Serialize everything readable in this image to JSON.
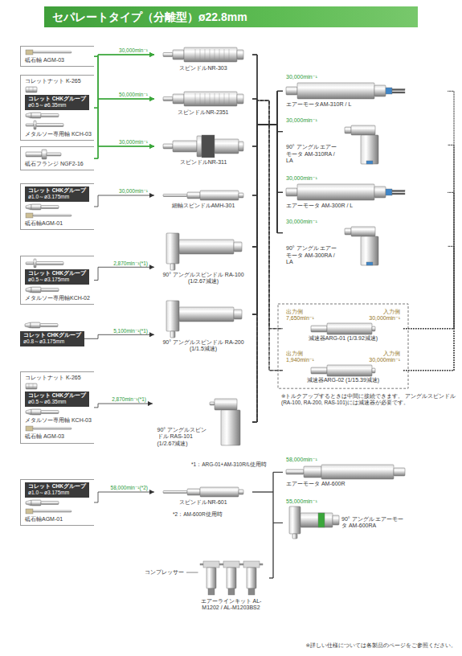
{
  "diagram": {
    "title": "セパレートタイプ（分離型）ø22.8mm",
    "nodes": [
      {
        "text": [
          "砥石軸 AGM-03"
        ]
      },
      {
        "text": [
          "コレットナット K-265",
          "メタルソー専用軸 KCH-03"
        ]
      },
      {
        "text": [
          "コレット CHKグループ",
          "ø0.5～ø6.35mm"
        ],
        "in": 1
      },
      {
        "text": [
          "砥石フランジ NGF2-16"
        ]
      },
      {
        "text": [
          "スピンドルNR-303"
        ]
      },
      {
        "text": [
          "スピンドルNR-2351"
        ]
      },
      {
        "text": [
          "スピンドルNR-311"
        ]
      },
      {
        "text": [
          "砥石軸AGM-01"
        ]
      },
      {
        "text": [
          "コレット CHKグループ",
          "ø1.0～ø3.175mm"
        ],
        "in": 7
      },
      {
        "text": [
          "細軸スピンドルAMH-301"
        ]
      },
      {
        "text": [
          "メタルソー専用軸KCH-02"
        ]
      },
      {
        "text": [
          "コレット CHKグループ",
          "ø0.5～ø3.175mm"
        ],
        "in": 10
      },
      {
        "text": [
          "90° アングルスピンドル RA-100 (1/2.67減速)"
        ]
      },
      {
        "text": [
          "コレット CHKグループ",
          "ø0.8～ø3.175mm"
        ]
      },
      {
        "text": [
          "90° アングルスピンドル RA-200 (1/1.5減速)"
        ]
      },
      {
        "text": [
          "コレットナット K-265",
          "メタルソー専用軸 KCH-03",
          "砥石軸 AGM-03"
        ]
      },
      {
        "text": [
          "コレット CHKグループ",
          "ø0.5～ø6.35mm"
        ],
        "in": 15
      },
      {
        "text": [
          "90° アングルスピンドル RAS-101 (1/2.67減速)"
        ]
      },
      {
        "text": [
          "砥石軸AGM-01"
        ]
      },
      {
        "text": [
          "コレット CHKグループ",
          "ø1.0～ø3.175mm"
        ],
        "in": 18
      },
      {
        "text": [
          "スピンドルNR-601"
        ]
      },
      {
        "text": [
          "30,000min⁻¹",
          "エアーモータAM-310R / L"
        ]
      },
      {
        "text": [
          "30,000min⁻¹",
          "90° アングル エアーモータ AM-310RA / LA"
        ]
      },
      {
        "text": [
          "30,000min⁻¹",
          "エアーモータ AM-300R / L"
        ]
      },
      {
        "text": [
          "30,000min⁻¹",
          "90° アングル エアーモータ AM-300RA / LA"
        ]
      },
      {
        "text": [
          "出力側 7,650min⁻¹",
          "入力側 30,000min⁻¹",
          "減速器ARG-01 (1/3.92減速)"
        ]
      },
      {
        "text": [
          "出力側 1,940min⁻¹",
          "入力側 30,000min⁻¹",
          "減速器ARG-02 (1/15.39減速)"
        ]
      },
      {
        "text": [
          "58,000min⁻¹",
          "エアーモータ AM-600R"
        ]
      },
      {
        "text": [
          "55,000min⁻¹",
          "90° アングル エアーモータ AM-600RA"
        ]
      },
      {
        "text": [
          "エアーラインキット AL-M1202 / AL-M1203BS2"
        ]
      }
    ],
    "edges": [
      {
        "from": 0,
        "to": 4,
        "arrow": "to",
        "label": "30,000min⁻¹"
      },
      {
        "from": 0,
        "to": 5,
        "arrow": "to",
        "label": "50,000min⁻¹"
      },
      {
        "from": 0,
        "to": 6,
        "arrow": "to",
        "label": "30,000min⁻¹"
      },
      {
        "from": 1,
        "to": 4,
        "arrow": "to"
      },
      {
        "from": 1,
        "to": 5,
        "arrow": "to"
      },
      {
        "from": 1,
        "to": 6,
        "arrow": "to"
      },
      {
        "from": 3,
        "to": 4,
        "arrow": "to"
      },
      {
        "from": 3,
        "to": 5,
        "arrow": "to"
      },
      {
        "from": 3,
        "to": 6,
        "arrow": "to"
      },
      {
        "from": 7,
        "to": 9,
        "arrow": "to",
        "label": "30,000min⁻¹"
      },
      {
        "from": 10,
        "to": 12,
        "arrow": "to",
        "label": "2,870min⁻¹(*1)"
      },
      {
        "from": 13,
        "to": 14,
        "arrow": "to",
        "label": "5,100min⁻¹(*1)"
      },
      {
        "from": 15,
        "to": 17,
        "arrow": "to",
        "label": "2,870min⁻¹(*1)"
      },
      {
        "from": 18,
        "to": 20,
        "arrow": "to",
        "label": "58,000min⁻¹(*2)"
      },
      {
        "from": 4,
        "to": 21,
        "arrow": "none"
      },
      {
        "from": 4,
        "to": 22,
        "arrow": "none"
      },
      {
        "from": 4,
        "to": 23,
        "arrow": "none"
      },
      {
        "from": 4,
        "to": 24,
        "arrow": "none"
      },
      {
        "from": 5,
        "to": 21,
        "arrow": "none"
      },
      {
        "from": 5,
        "to": 22,
        "arrow": "none"
      },
      {
        "from": 5,
        "to": 23,
        "arrow": "none"
      },
      {
        "from": 5,
        "to": 24,
        "arrow": "none"
      },
      {
        "from": 6,
        "to": 21,
        "arrow": "none"
      },
      {
        "from": 6,
        "to": 22,
        "arrow": "none"
      },
      {
        "from": 6,
        "to": 23,
        "arrow": "none"
      },
      {
        "from": 6,
        "to": 24,
        "arrow": "none"
      },
      {
        "from": 9,
        "to": 21,
        "arrow": "none"
      },
      {
        "from": 9,
        "to": 22,
        "arrow": "none"
      },
      {
        "from": 9,
        "to": 23,
        "arrow": "none"
      },
      {
        "from": 9,
        "to": 24,
        "arrow": "none"
      },
      {
        "from": 12,
        "to": 21,
        "arrow": "none"
      },
      {
        "from": 12,
        "to": 22,
        "arrow": "none"
      },
      {
        "from": 12,
        "to": 23,
        "arrow": "none"
      },
      {
        "from": 12,
        "to": 24,
        "arrow": "none"
      },
      {
        "from": 14,
        "to": 21,
        "arrow": "none"
      },
      {
        "from": 14,
        "to": 22,
        "arrow": "none"
      },
      {
        "from": 14,
        "to": 23,
        "arrow": "none"
      },
      {
        "from": 14,
        "to": 24,
        "arrow": "none"
      },
      {
        "from": 17,
        "to": 21,
        "arrow": "none"
      },
      {
        "from": 17,
        "to": 22,
        "arrow": "none"
      },
      {
        "from": 17,
        "to": 23,
        "arrow": "none"
      },
      {
        "from": 17,
        "to": 24,
        "arrow": "none"
      },
      {
        "from": 12,
        "to": 25,
        "arrow": "none"
      },
      {
        "from": 12,
        "to": 26,
        "arrow": "none"
      },
      {
        "from": 14,
        "to": 25,
        "arrow": "none"
      },
      {
        "from": 14,
        "to": 26,
        "arrow": "none"
      },
      {
        "from": 17,
        "to": 25,
        "arrow": "none"
      },
      {
        "from": 17,
        "to": 26,
        "arrow": "none"
      },
      {
        "from": 25,
        "to": 21,
        "arrow": "none"
      },
      {
        "from": 25,
        "to": 22,
        "arrow": "none"
      },
      {
        "from": 25,
        "to": 23,
        "arrow": "none"
      },
      {
        "from": 25,
        "to": 24,
        "arrow": "none"
      },
      {
        "from": 26,
        "to": 21,
        "arrow": "none"
      },
      {
        "from": 26,
        "to": 22,
        "arrow": "none"
      },
      {
        "from": 26,
        "to": 23,
        "arrow": "none"
      },
      {
        "from": 26,
        "to": 24,
        "arrow": "none"
      },
      {
        "from": 20,
        "to": 27,
        "arrow": "none"
      },
      {
        "from": 20,
        "to": 28,
        "arrow": "none"
      },
      {
        "from": 29,
        "to": 27,
        "arrow": "none"
      },
      {
        "from": 29,
        "to": 28,
        "arrow": "none"
      }
    ],
    "labels": [
      "※トルクアップするときは中間に接続できます。 アングルスピンドル(RA-100, RA-200, RAS-101)には減速器が必要です。",
      "*1：ARG-01+AM-310R/L使用時",
      "*2：AM-600R使用時",
      "コンプレッサー",
      "※詳しい仕様については各製品のページをご参照ください。"
    ]
  }
}
